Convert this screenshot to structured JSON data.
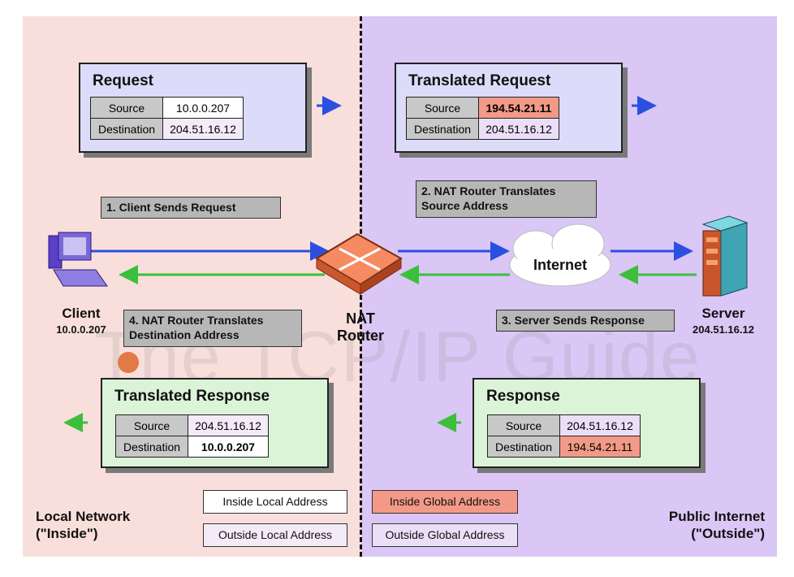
{
  "request": {
    "title": "Request",
    "source_label": "Source",
    "source_value": "10.0.0.207",
    "dest_label": "Destination",
    "dest_value": "204.51.16.12"
  },
  "translated_request": {
    "title": "Translated Request",
    "source_label": "Source",
    "source_value": "194.54.21.11",
    "dest_label": "Destination",
    "dest_value": "204.51.16.12"
  },
  "translated_response": {
    "title": "Translated Response",
    "source_label": "Source",
    "source_value": "204.51.16.12",
    "dest_label": "Destination",
    "dest_value": "10.0.0.207"
  },
  "response": {
    "title": "Response",
    "source_label": "Source",
    "source_value": "204.51.16.12",
    "dest_label": "Destination",
    "dest_value": "194.54.21.11"
  },
  "steps": {
    "step1": "1. Client Sends Request",
    "step2_line1": "2. NAT Router Translates",
    "step2_line2": "Source Address",
    "step3": "3. Server Sends Response",
    "step4_line1": "4. NAT Router Translates",
    "step4_line2": "Destination Address"
  },
  "nodes": {
    "client_name": "Client",
    "client_ip": "10.0.0.207",
    "router_line1": "NAT",
    "router_line2": "Router",
    "internet": "Internet",
    "server_name": "Server",
    "server_ip": "204.51.16.12"
  },
  "regions": {
    "local_line1": "Local Network",
    "local_line2": "(\"Inside\")",
    "public_line1": "Public Internet",
    "public_line2": "(\"Outside\")"
  },
  "legend": {
    "inside_local": "Inside Local Address",
    "inside_global": "Inside Global Address",
    "outside_local": "Outside Local Address",
    "outside_global": "Outside Global Address"
  },
  "watermark": "The TCP/IP Guide",
  "colors": {
    "local_bg": "#f9dfdc",
    "public_bg": "#dac7f5",
    "request_arrow": "#2b4fe0",
    "response_arrow": "#3cbf3c",
    "inside_global": "#f29a87"
  }
}
